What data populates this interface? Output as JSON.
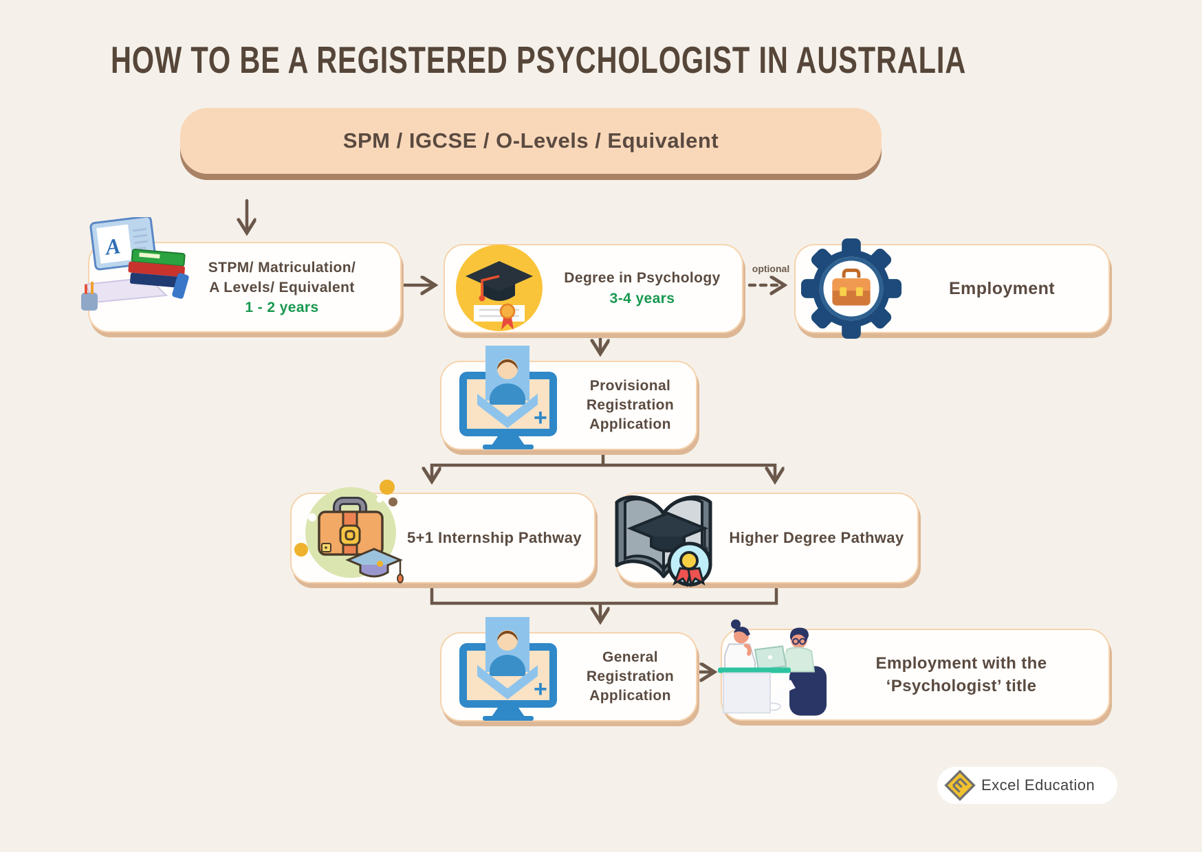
{
  "title": "HOW TO BE A REGISTERED PSYCHOLOGIST IN AUSTRALIA",
  "flow": {
    "spm": {
      "label": "SPM / IGCSE / O-Levels / Equivalent"
    },
    "stpm": {
      "lines": [
        "STPM/ Matriculation/",
        "A Levels/ Equivalent"
      ],
      "duration": "1 - 2 years"
    },
    "degree": {
      "label": "Degree in Psychology",
      "duration": "3-4 years"
    },
    "optional": {
      "label": "optional"
    },
    "employment": {
      "label": "Employment"
    },
    "provisional": {
      "lines": [
        "Provisional",
        "Registration",
        "Application"
      ]
    },
    "internship": {
      "label": "5+1 Internship Pathway"
    },
    "higher_degree": {
      "label": "Higher Degree Pathway"
    },
    "general": {
      "lines": [
        "General",
        "Registration",
        "Application"
      ]
    },
    "employment_psych": {
      "lines": [
        "Employment with the",
        "‘Psychologist’ title"
      ]
    }
  },
  "footer": {
    "brand": "Excel Education"
  },
  "colors": {
    "background": "#f5f1ea",
    "text_brown": "#5a4a40",
    "accent_green": "#17984f",
    "box_peach": "#f9d8ba",
    "border_peach": "#f6d3ae",
    "shadow_tan": "#ddb795",
    "arrow_brown": "#6b584a",
    "gear_navy": "#1d4a7a",
    "monitor_blue": "#2f88c8",
    "circle_yellow": "#f9c43a",
    "circle_green": "#dbe5b0"
  }
}
